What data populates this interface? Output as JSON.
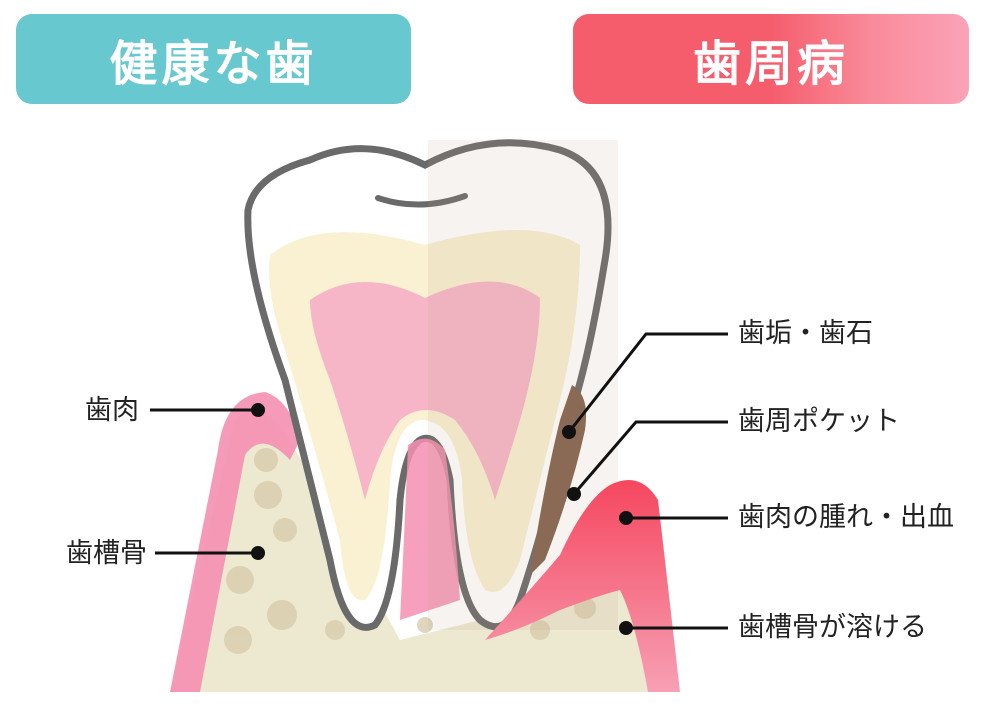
{
  "banners": {
    "healthy": {
      "label": "健康な歯",
      "color": "#68c8d0"
    },
    "disease": {
      "label": "歯周病",
      "color_start": "#f55d6d",
      "color_end": "#fba3b8"
    }
  },
  "labels": {
    "left": [
      {
        "id": "gum",
        "text": "歯肉"
      },
      {
        "id": "alveolar-bone",
        "text": "歯槽骨"
      }
    ],
    "right": [
      {
        "id": "plaque-tartar",
        "text": "歯垢・歯石"
      },
      {
        "id": "periodontal-pocket",
        "text": "歯周ポケット"
      },
      {
        "id": "gum-swelling-bleeding",
        "text": "歯肉の腫れ・出血"
      },
      {
        "id": "bone-dissolving",
        "text": "歯槽骨が溶ける"
      }
    ]
  },
  "colors": {
    "enamel": "#ffffff",
    "dentin": "#faf0d2",
    "pulp": "#f7b6c8",
    "gum_healthy": "#f48fb1",
    "gum_inflamed": "#f5566b",
    "bone": "#ede8d0",
    "tartar": "#8a6a55",
    "outline": "#6a6a6a"
  }
}
